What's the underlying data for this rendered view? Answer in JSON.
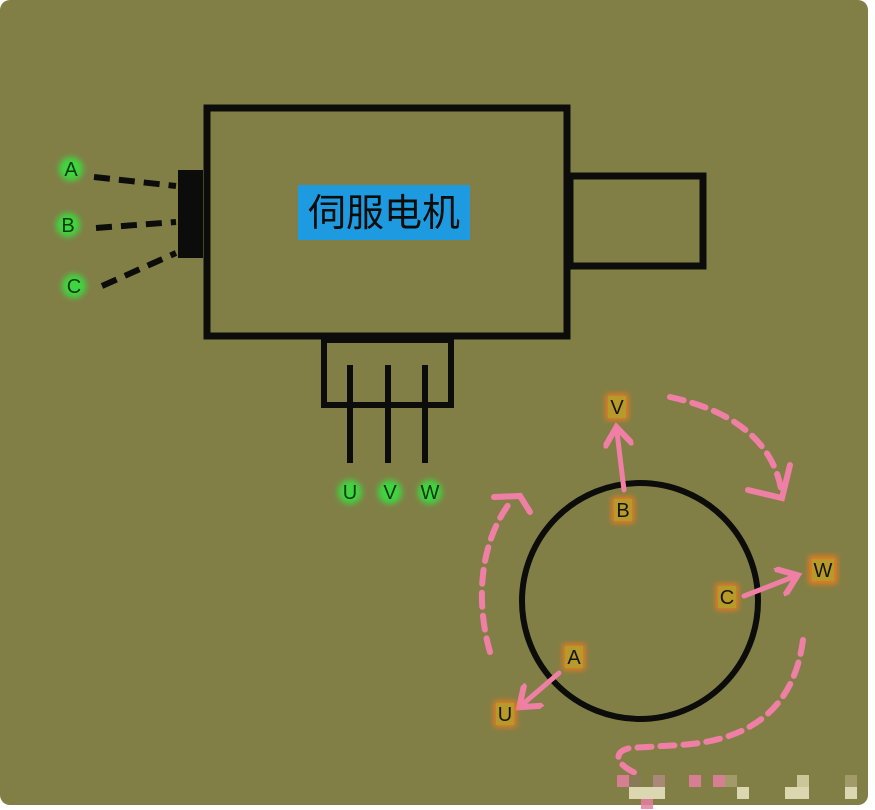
{
  "title": "伺服电机",
  "input_labels": [
    "A",
    "B",
    "C"
  ],
  "output_labels": [
    "U",
    "V",
    "W"
  ],
  "rotor": {
    "inner_labels": [
      "A",
      "B",
      "C"
    ],
    "outer_labels": [
      "U",
      "V",
      "W"
    ]
  },
  "colors": {
    "background": "#817f46",
    "line": "#0c0c0a",
    "arrow": "#f07fa5",
    "label_glow_green": "#3fd53f",
    "label_glow_orange": "#f07a1a",
    "title_bg": "#1e9be0"
  }
}
